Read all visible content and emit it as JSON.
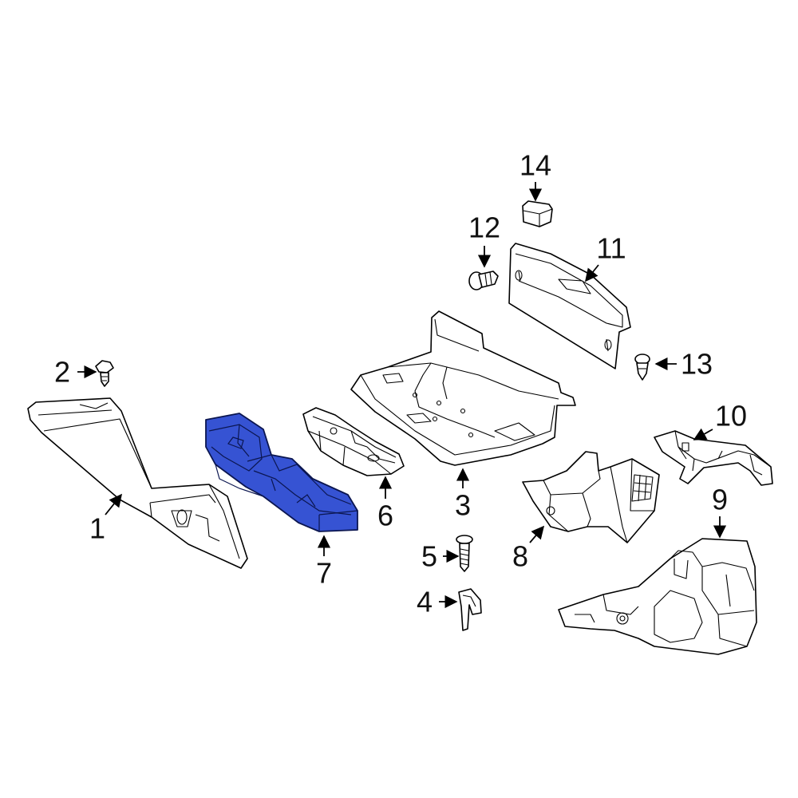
{
  "diagram": {
    "callouts": [
      {
        "label": "1"
      },
      {
        "label": "2"
      },
      {
        "label": "3"
      },
      {
        "label": "4"
      },
      {
        "label": "5"
      },
      {
        "label": "6"
      },
      {
        "label": "7"
      },
      {
        "label": "8"
      },
      {
        "label": "9"
      },
      {
        "label": "10"
      },
      {
        "label": "11"
      },
      {
        "label": "12"
      },
      {
        "label": "13"
      },
      {
        "label": "14"
      }
    ],
    "colors": {
      "highlight": "#3653d3",
      "line": "#000000",
      "background": "#ffffff"
    }
  }
}
